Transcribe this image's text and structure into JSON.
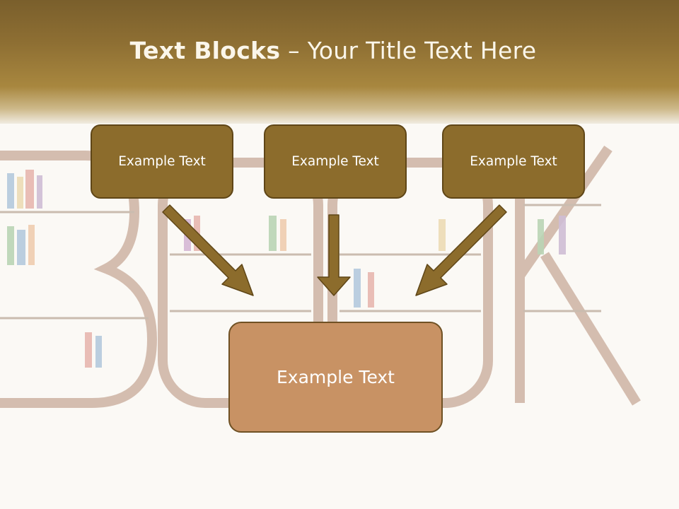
{
  "title": {
    "bold": "Text Blocks",
    "dash": " – ",
    "rest": "Your Title Text Here"
  },
  "boxes": {
    "top_left": "Example Text",
    "top_middle": "Example Text",
    "top_right": "Example Text",
    "bottom": "Example Text"
  },
  "colors": {
    "header_dark": "#7a5f2c",
    "top_box_fill": "#8c6c2c",
    "top_box_border": "#5f4617",
    "bottom_box_fill": "#c89264",
    "arrow_fill": "#8c6c2c",
    "background": "#fbf9f5"
  },
  "icons": [
    "arrow-down-right-icon",
    "arrow-down-icon",
    "arrow-down-left-icon"
  ]
}
